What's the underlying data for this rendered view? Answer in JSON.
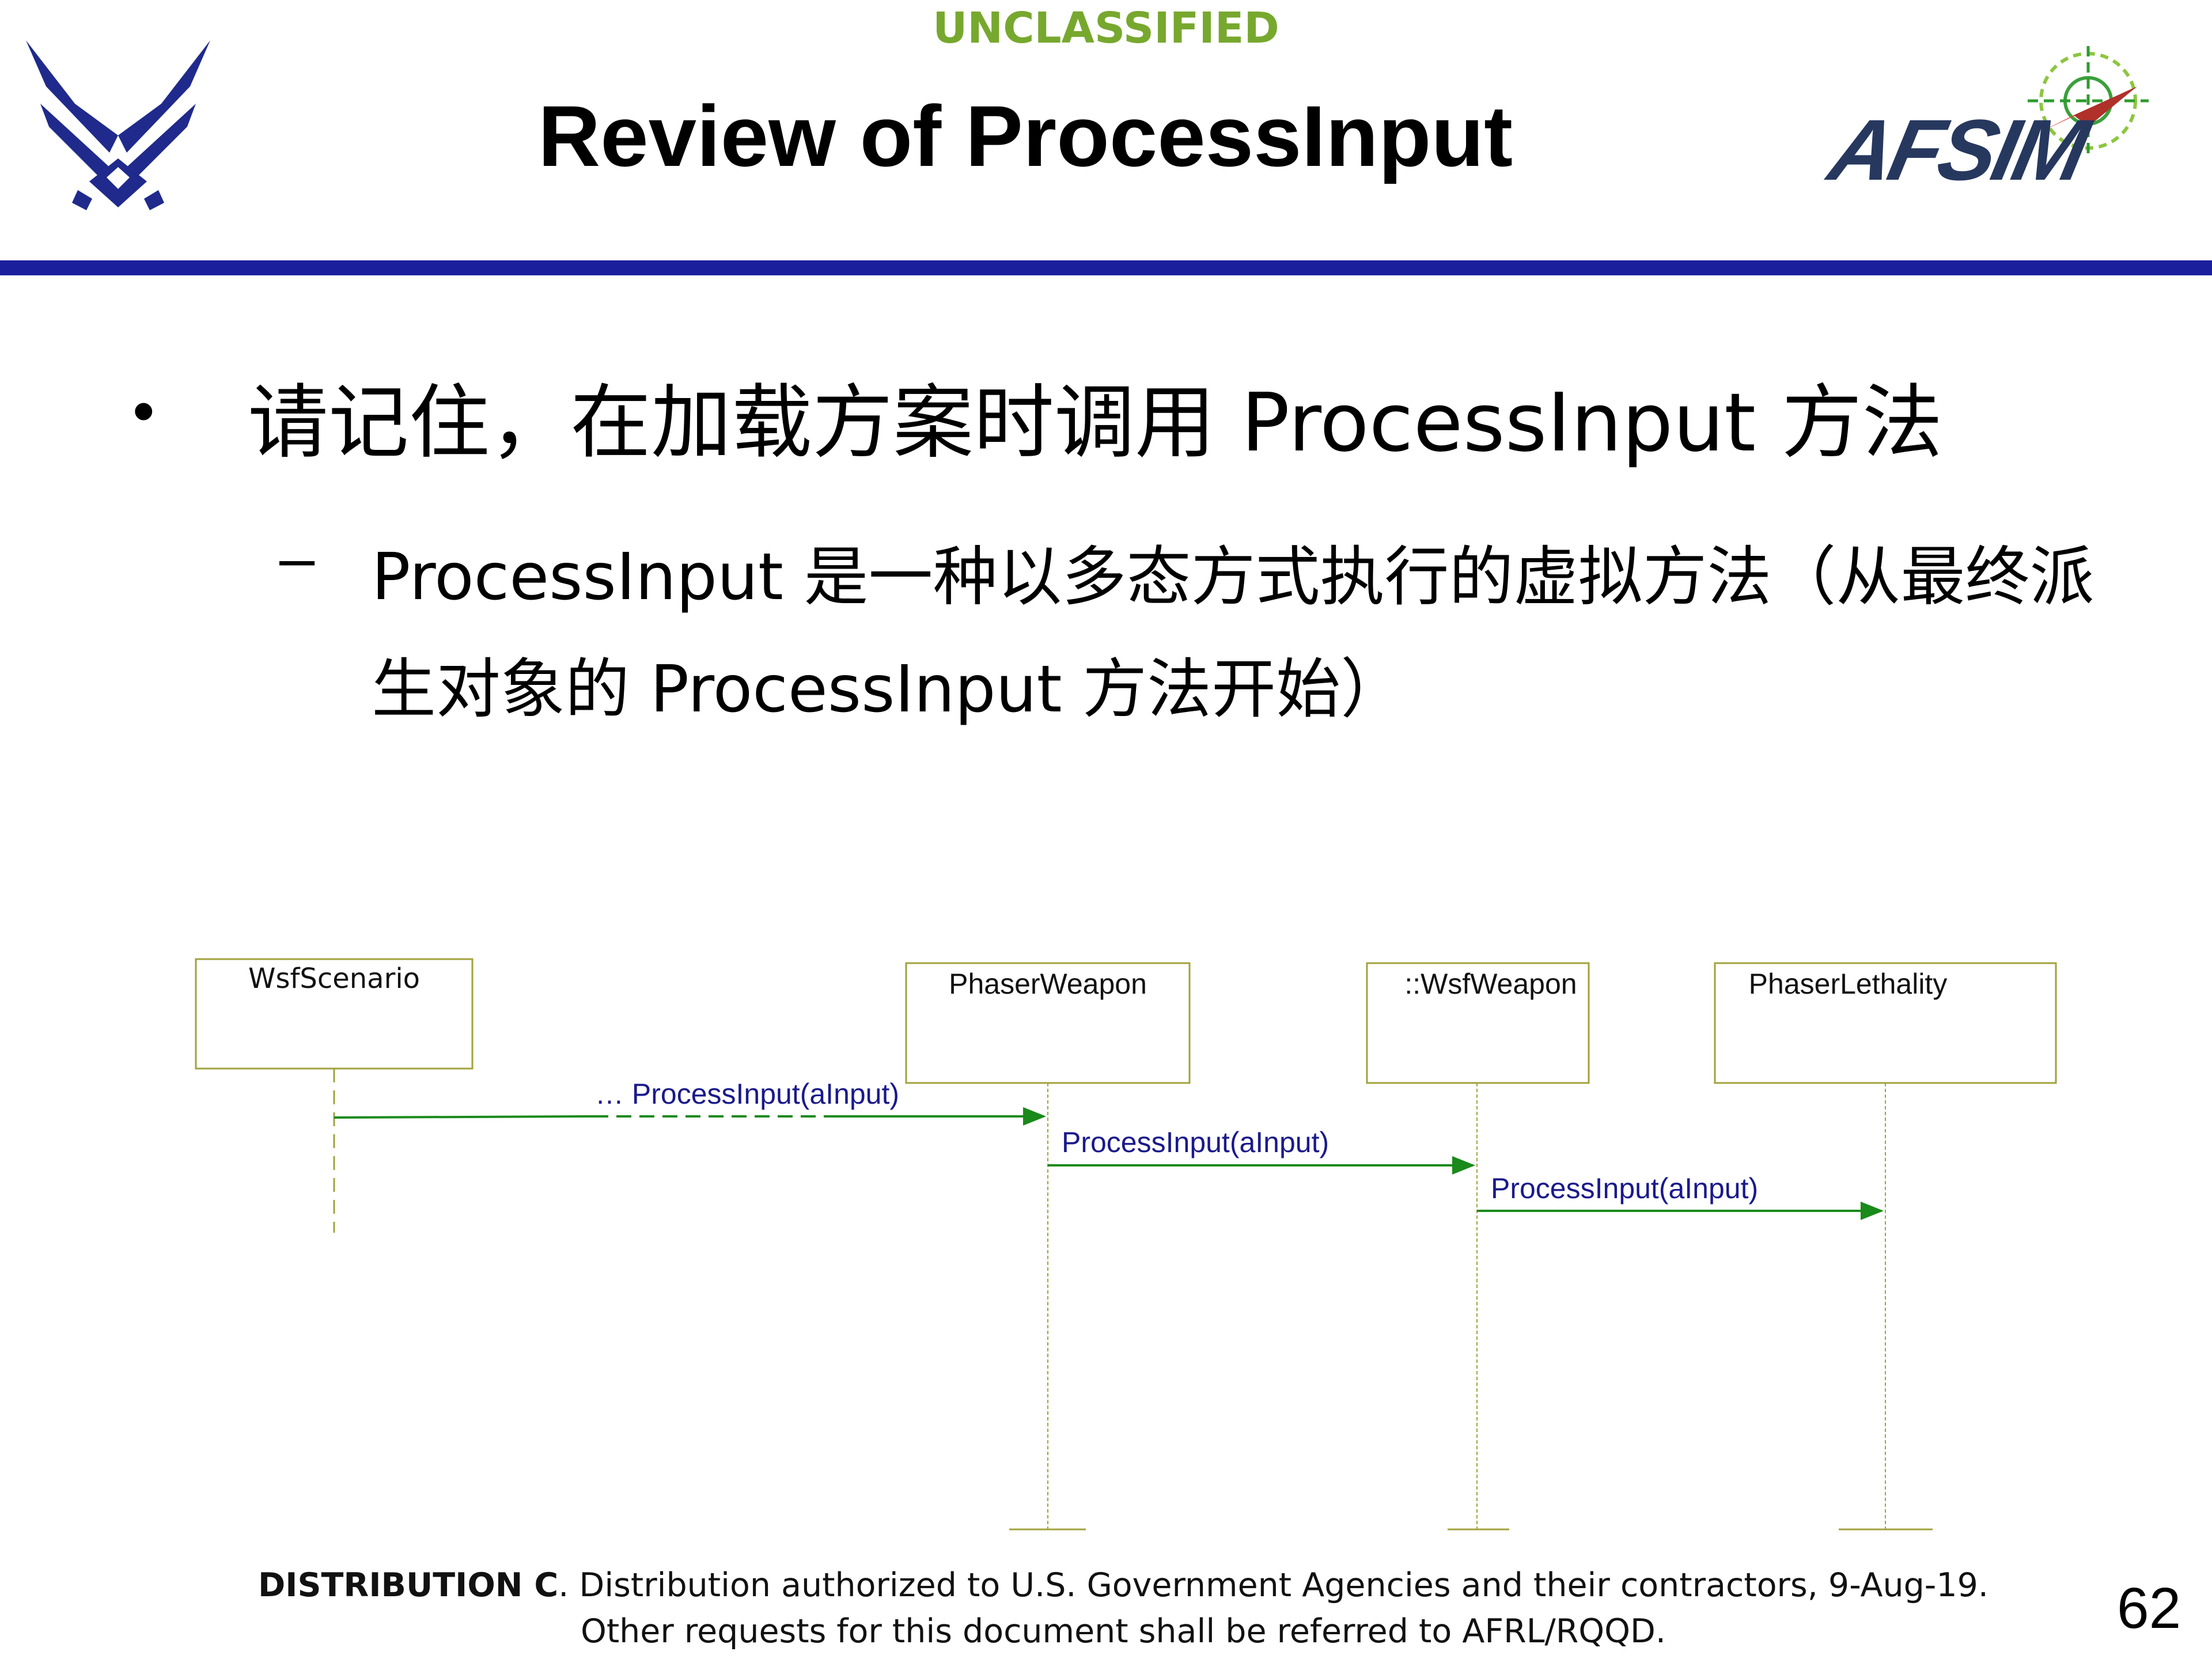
{
  "header": {
    "classification": "UNCLASSIFIED",
    "title": "Review of ProcessInput",
    "right_logo_text": "AFSIM"
  },
  "bullets": {
    "main_text": "请记住，在加载方案时调用 ProcessInput 方法",
    "sub_text": "ProcessInput 是一种以多态方式执行的虚拟方法（从最终派生对象的 ProcessInput 方法开始）"
  },
  "diagram": {
    "lifelines": [
      {
        "name": "WsfScenario"
      },
      {
        "name": "PhaserWeapon"
      },
      {
        "name": "::WsfWeapon"
      },
      {
        "name": "PhaserLethality"
      }
    ],
    "messages": [
      {
        "label": "… ProcessInput(aInput)"
      },
      {
        "label": "ProcessInput(aInput)"
      },
      {
        "label": "ProcessInput(aInput)"
      }
    ]
  },
  "footer": {
    "distribution_bold": "DISTRIBUTION C",
    "distribution_rest": ". Distribution authorized to U.S. Government Agencies and their contractors, 9-Aug-19.",
    "line2": "Other requests for this document shall be referred to AFRL/RQQD.",
    "page_number": "62"
  },
  "colors": {
    "classification": "#77a82e",
    "rule": "#1c1f9c",
    "box_border": "#a2a23c",
    "arrow": "#1a8a1a",
    "message_text": "#1a1a8c"
  }
}
